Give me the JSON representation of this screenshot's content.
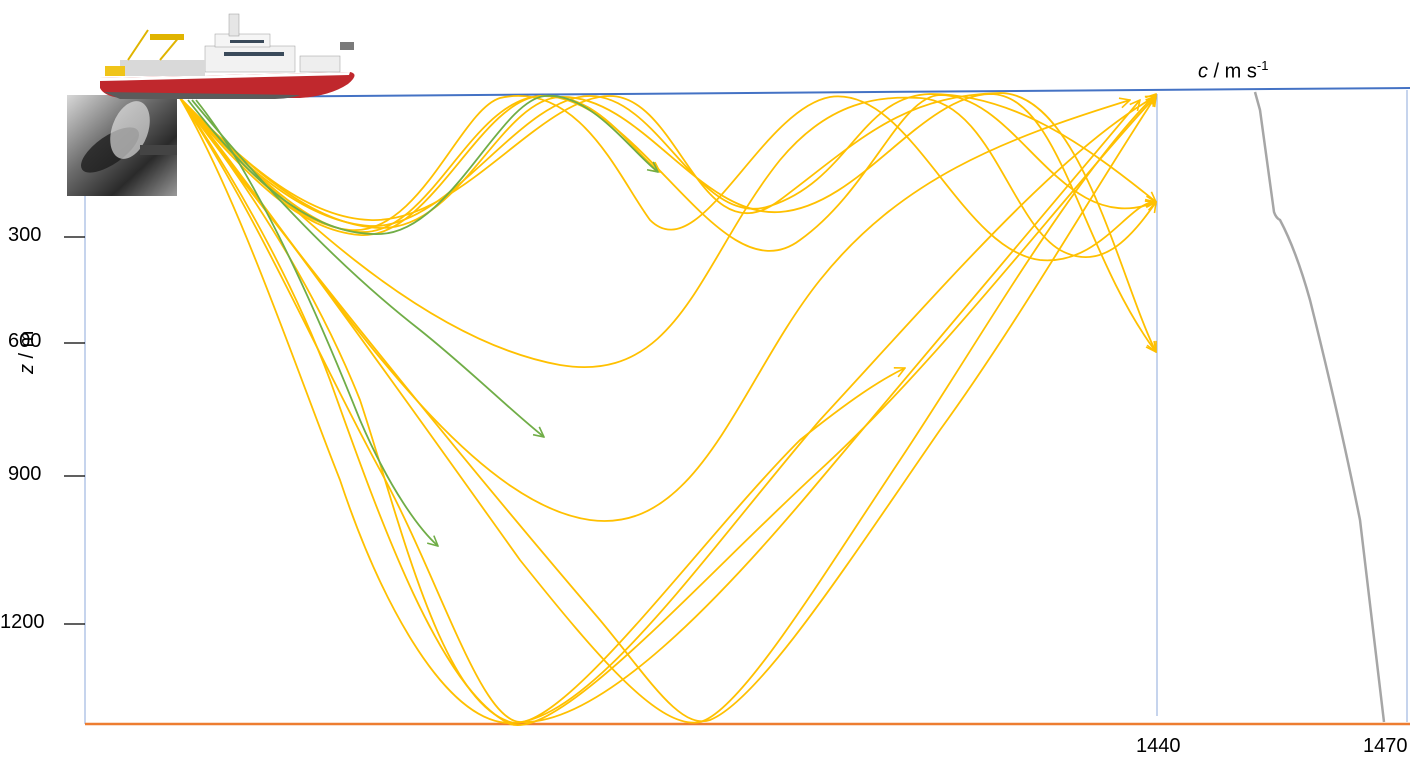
{
  "y_axis": {
    "label_var": "z",
    "label_unit": " / m",
    "ticks": [
      "300",
      "600",
      "900",
      "1200"
    ]
  },
  "x_axis": {
    "label_var": "c",
    "label_unit": " / m s",
    "label_sup": "-1",
    "ticks": [
      "1440",
      "1470"
    ]
  },
  "colors": {
    "surface": "#4472c4",
    "seafloor": "#ed7d31",
    "frame": "#8eaadb",
    "ray_main": "#ffc000",
    "ray_alt": "#70ad47",
    "sound_speed_profile": "#a6a6a6",
    "ship_hull": "#c0282d"
  },
  "icons": [
    "ship-image",
    "hydrophone-photo",
    "arrowhead-icon"
  ]
}
